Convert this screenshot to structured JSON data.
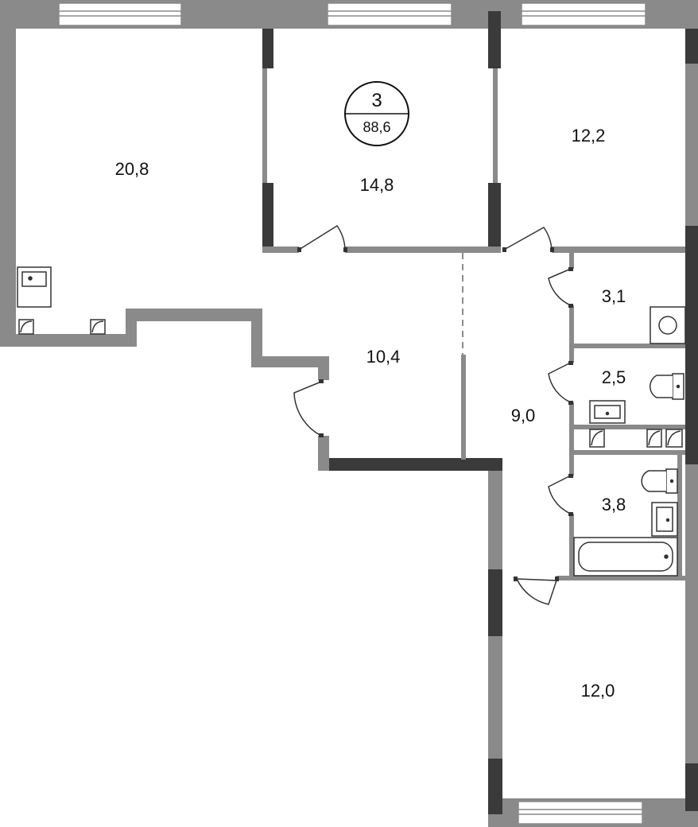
{
  "plan": {
    "badge": {
      "rooms": "3",
      "total_area": "88,6"
    },
    "rooms": [
      {
        "id": "room-living",
        "area": "20,8"
      },
      {
        "id": "room-bedroom-center",
        "area": "14,8"
      },
      {
        "id": "room-bedroom-right",
        "area": "12,2"
      },
      {
        "id": "room-hall",
        "area": "10,4"
      },
      {
        "id": "room-corridor",
        "area": "9,0"
      },
      {
        "id": "room-laundry",
        "area": "3,1"
      },
      {
        "id": "room-wc",
        "area": "2,5"
      },
      {
        "id": "room-bathroom",
        "area": "3,8"
      },
      {
        "id": "room-bedroom-bottom",
        "area": "12,0"
      }
    ]
  },
  "colors": {
    "wall_gray": "#8a8a8a",
    "wall_dark": "#3a3a3a",
    "line": "#333333",
    "background": "#ffffff"
  }
}
